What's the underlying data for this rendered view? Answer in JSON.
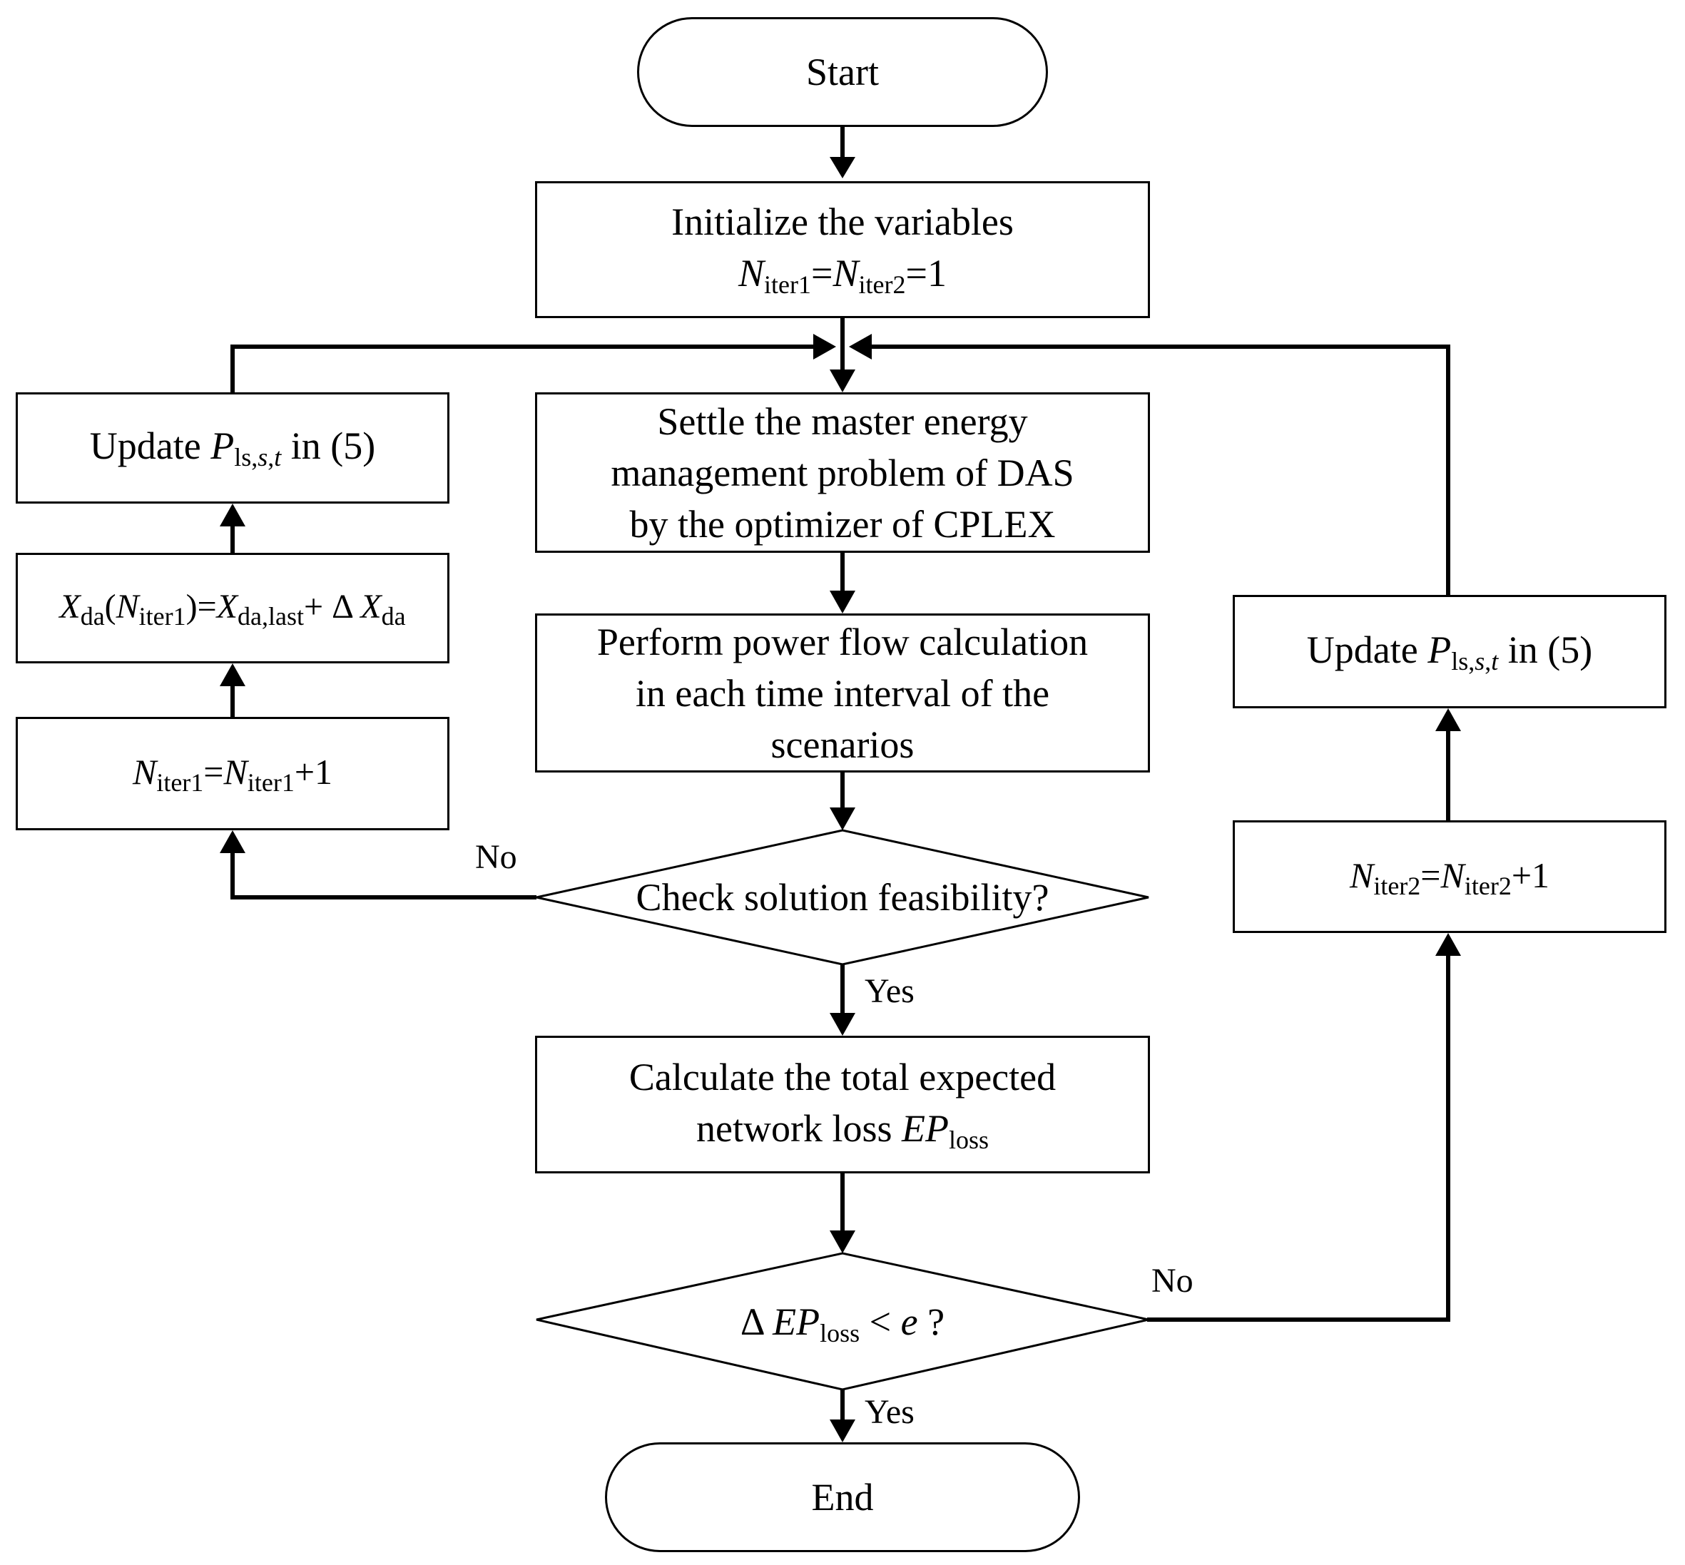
{
  "nodes": {
    "start": "Start",
    "init": {
      "line1": "Initialize the variables",
      "n1": "N",
      "sub1": "iter1",
      "eq": "=",
      "n2": "N",
      "sub2": "iter2",
      "val": "=1"
    },
    "master": {
      "line1": "Settle the master energy",
      "line2": "management problem of DAS",
      "line3": "by the optimizer of CPLEX"
    },
    "powerflow": {
      "line1": "Perform power flow calculation",
      "line2": "in each time interval of the",
      "line3": "scenarios"
    },
    "check": "Check solution feasibility?",
    "calc": {
      "line1": "Calculate the total expected",
      "line2_prefix": "network loss ",
      "ep": "EP",
      "sub": "loss"
    },
    "converge": {
      "delta": "Δ ",
      "ep": "EP",
      "sub": "loss",
      "rest": " < ",
      "e": "e",
      "q": " ?"
    },
    "end": "End",
    "left_update": {
      "prefix": "Update ",
      "p": "P",
      "sub_a": "ls,",
      "sub_b": "s",
      "sub_c": ",",
      "sub_d": "t",
      "suffix": " in (5)"
    },
    "xda": {
      "x1": "X",
      "sub1": "da",
      "paren_open": "(",
      "n": "N",
      "nsub": "iter1",
      "paren_close": ")=",
      "x2": "X",
      "sub2": "da,last",
      "plus": "+ Δ ",
      "x3": "X",
      "sub3": "da"
    },
    "iter1": {
      "n1": "N",
      "sub1": "iter1",
      "eq": "=",
      "n2": "N",
      "sub2": "iter1",
      "tail": "+1"
    },
    "right_update": {
      "prefix": "Update ",
      "p": "P",
      "sub_a": "ls,",
      "sub_b": "s",
      "sub_c": ",",
      "sub_d": "t",
      "suffix": " in (5)"
    },
    "iter2": {
      "n1": "N",
      "sub1": "iter2",
      "eq": "=",
      "n2": "N",
      "sub2": "iter2",
      "tail": "+1"
    }
  },
  "edge_labels": {
    "check_no": "No",
    "check_yes": "Yes",
    "converge_no": "No",
    "converge_yes": "Yes"
  }
}
